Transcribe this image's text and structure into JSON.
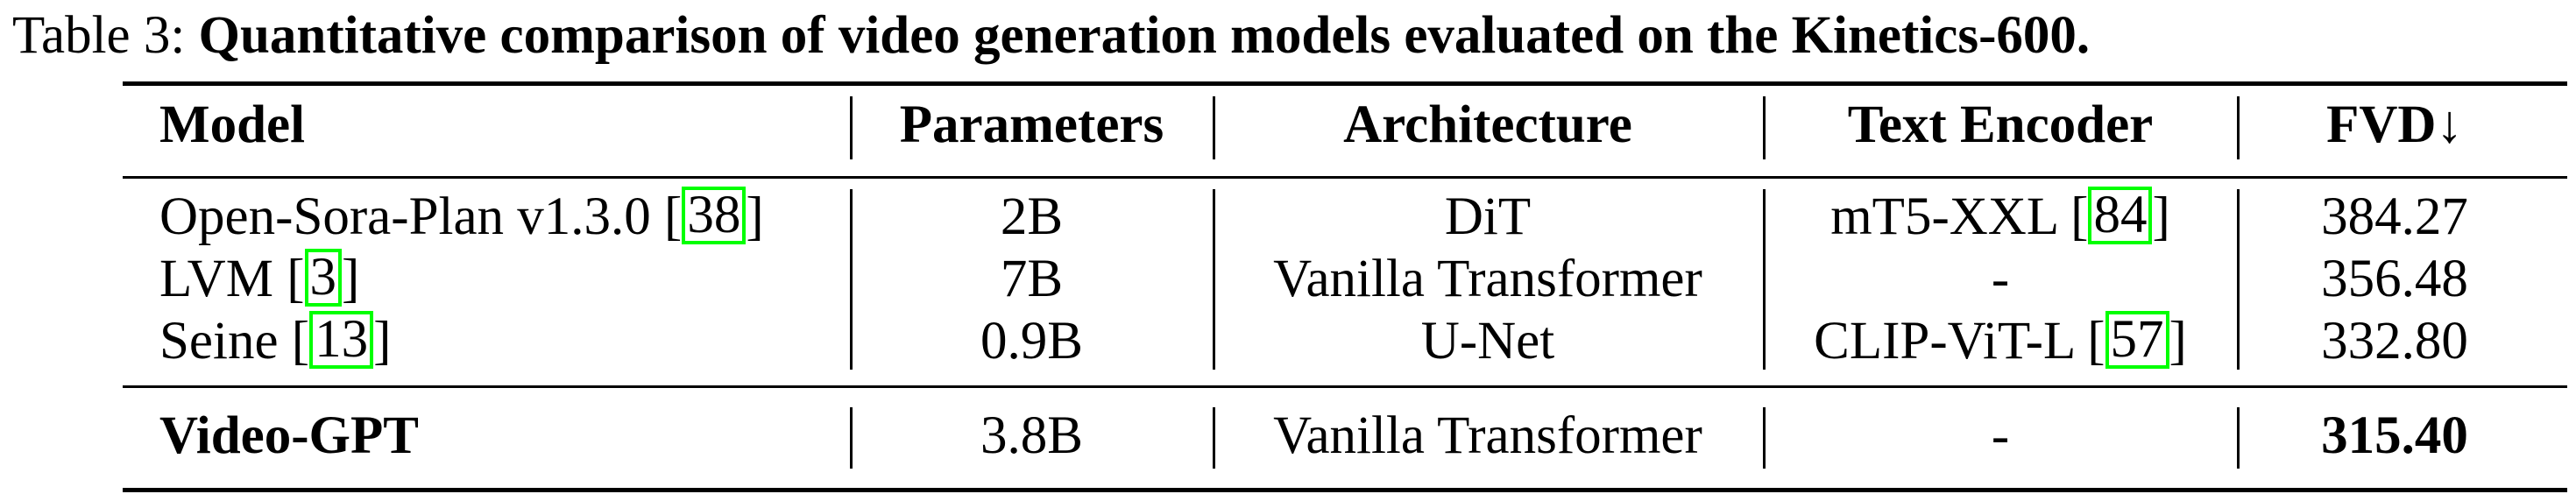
{
  "caption": {
    "label": "Table 3:",
    "title": "Quantitative comparison of video generation models evaluated on the Kinetics-600."
  },
  "table": {
    "headers": {
      "model": "Model",
      "parameters": "Parameters",
      "architecture": "Architecture",
      "text_encoder": "Text Encoder",
      "fvd": "FVD↓"
    },
    "rows": [
      {
        "model": "Open-Sora-Plan v1.3.0",
        "model_cite": "38",
        "parameters": "2B",
        "architecture": "DiT",
        "text_encoder": "mT5-XXL",
        "text_encoder_cite": "84",
        "fvd": "384.27"
      },
      {
        "model": "LVM",
        "model_cite": "3",
        "parameters": "7B",
        "architecture": "Vanilla Transformer",
        "text_encoder": "-",
        "fvd": "356.48"
      },
      {
        "model": "Seine",
        "model_cite": "13",
        "parameters": "0.9B",
        "architecture": "U-Net",
        "text_encoder": "CLIP-ViT-L",
        "text_encoder_cite": "57",
        "fvd": "332.80"
      }
    ],
    "ours": {
      "model": "Video-GPT",
      "parameters": "3.8B",
      "architecture": "Vanilla Transformer",
      "text_encoder": "-",
      "fvd": "315.40"
    }
  }
}
